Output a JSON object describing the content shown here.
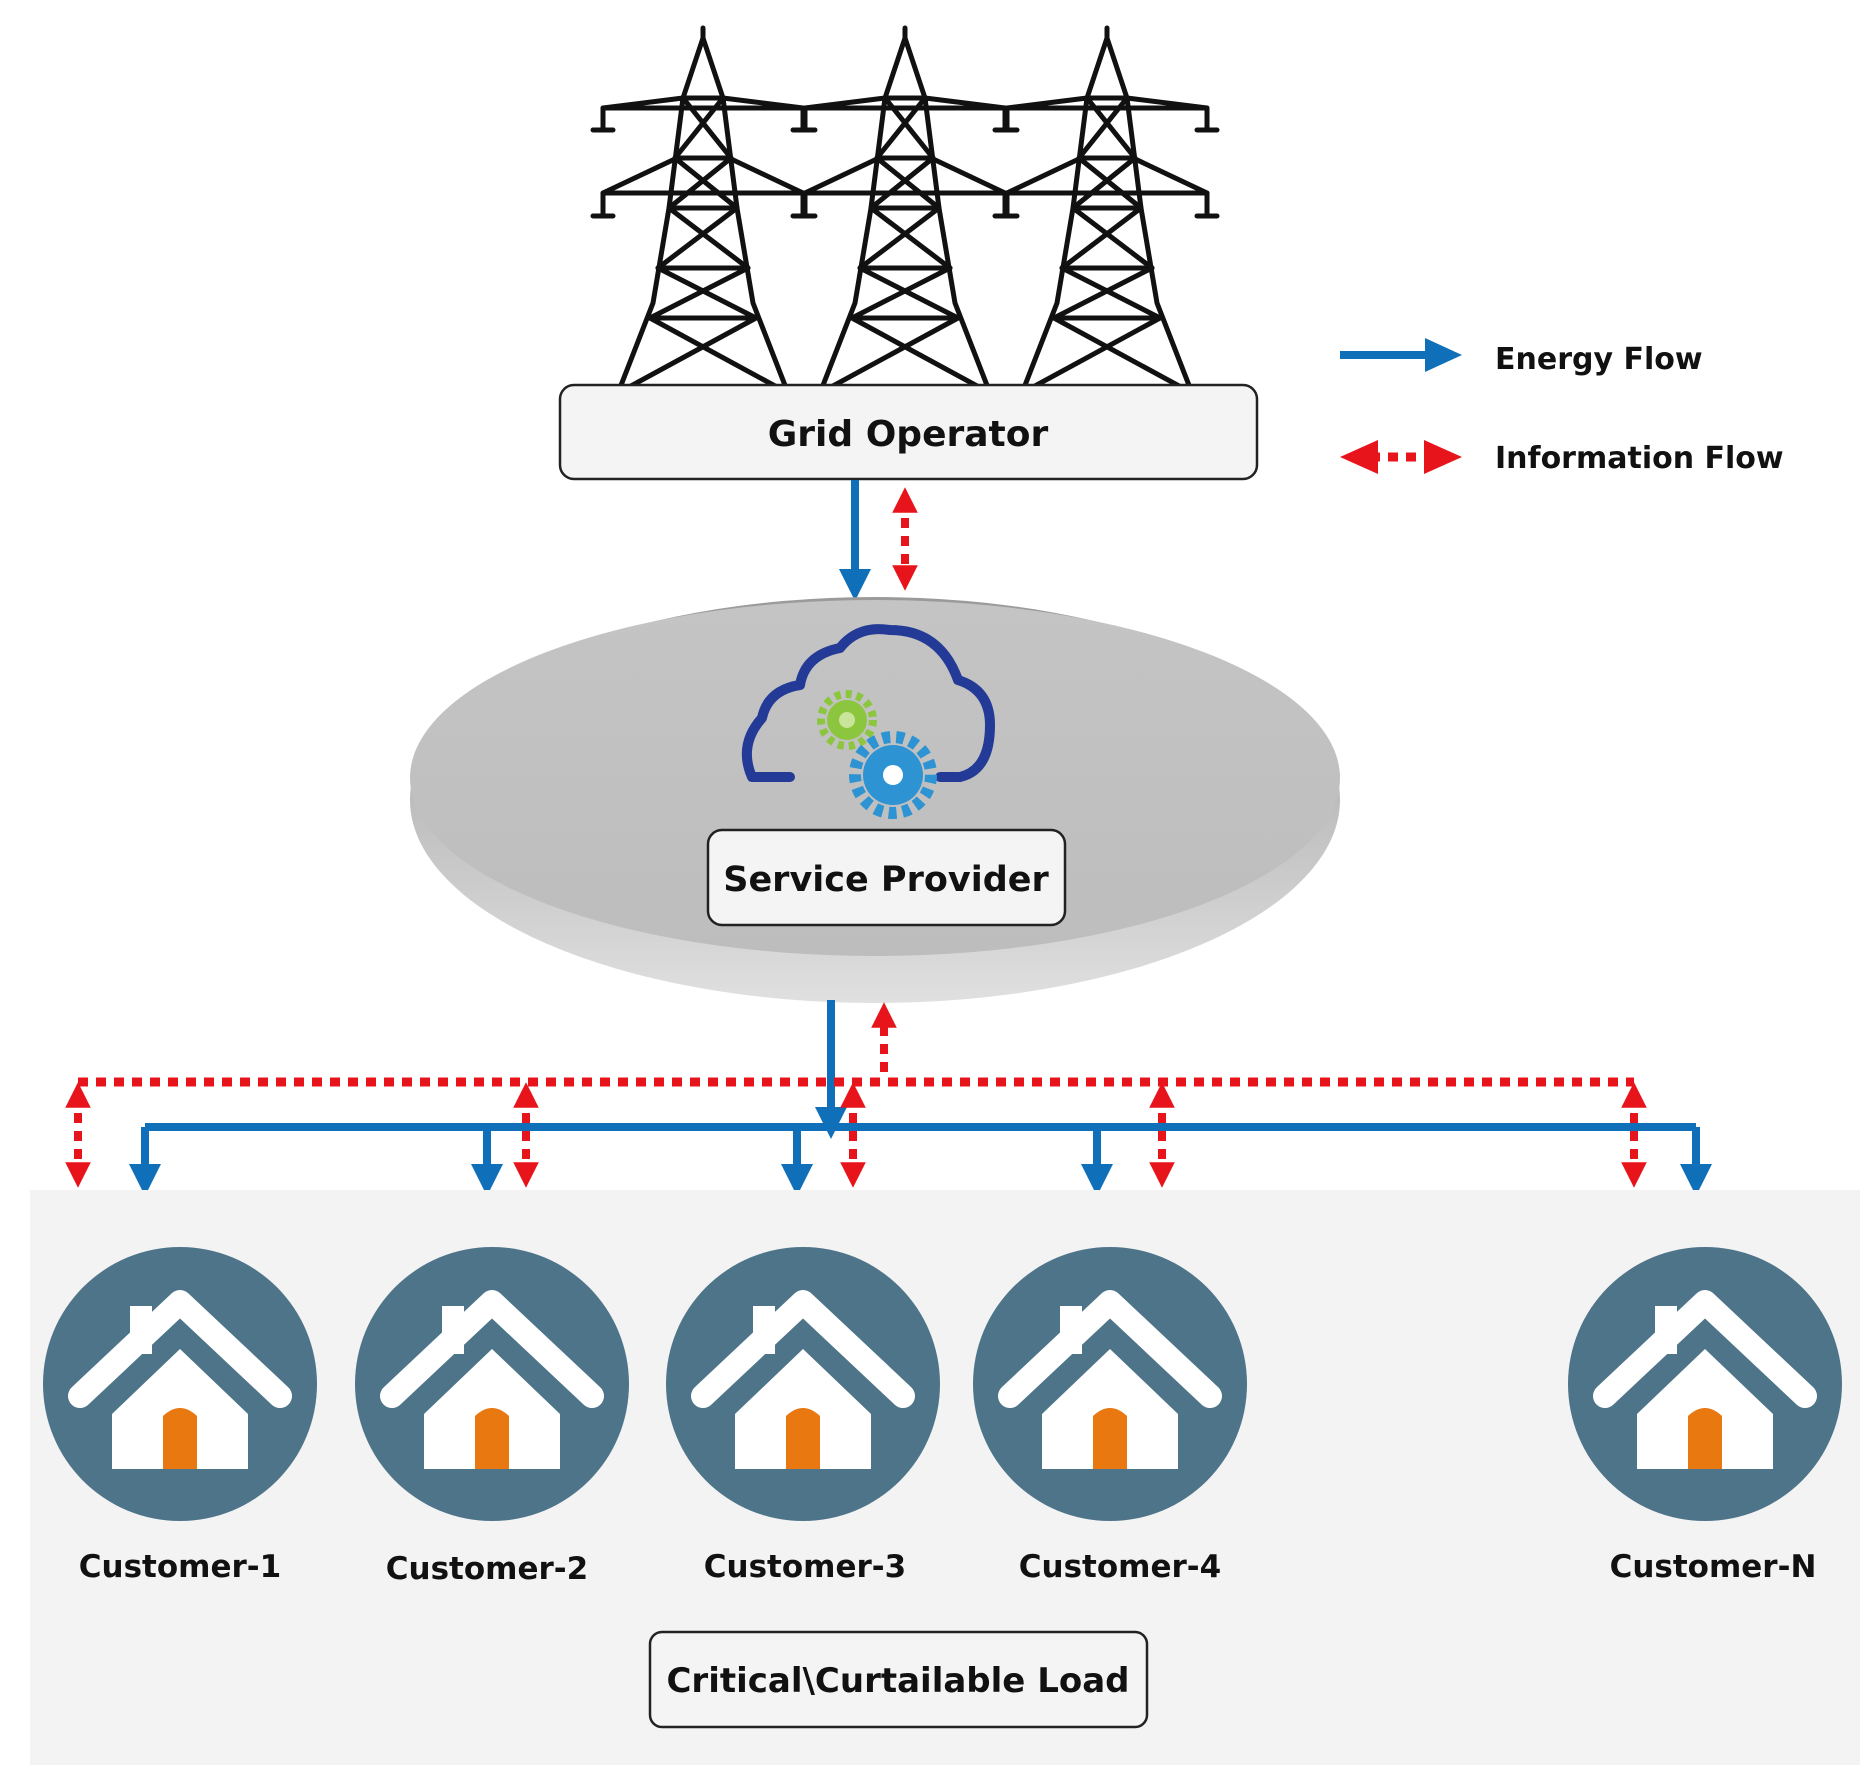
{
  "grid_operator": {
    "label": "Grid Operator"
  },
  "service_provider": {
    "label": "Service Provider"
  },
  "legend": {
    "energy_flow": "Energy Flow",
    "information_flow": "Information Flow"
  },
  "customers": [
    {
      "label": "Customer-1"
    },
    {
      "label": "Customer-2"
    },
    {
      "label": "Customer-3"
    },
    {
      "label": "Customer-4"
    },
    {
      "label": "Customer-N"
    }
  ],
  "load_box": {
    "label": "Critical\\Curtailable Load"
  },
  "colors": {
    "energy": "#0f6fb8",
    "information": "#e8141b",
    "house_circle": "#4e7489",
    "door": "#e8780f",
    "cloud": "#233b96",
    "gear_blue": "#2d93d2",
    "gear_green": "#8cc63f",
    "ellipse": "#c2c2c2",
    "panel": "#f3f3f3"
  }
}
